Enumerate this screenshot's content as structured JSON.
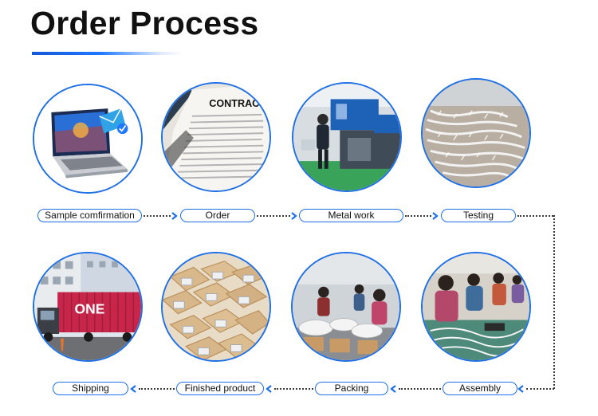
{
  "header": {
    "title": "Order Process"
  },
  "steps": [
    {
      "label": "Sample comfirmation",
      "image": "laptop-email-icon"
    },
    {
      "label": "Order",
      "image": "contract-document"
    },
    {
      "label": "Metal work",
      "image": "injection-machine-worker"
    },
    {
      "label": "Testing",
      "image": "cable-bundles"
    },
    {
      "label": "Assembly",
      "image": "assembly-line-workers"
    },
    {
      "label": "Packing",
      "image": "packing-workers"
    },
    {
      "label": "Finished product",
      "image": "cardboard-boxes"
    },
    {
      "label": "Shipping",
      "image": "container-truck"
    }
  ],
  "contract_text": "CONTRACT",
  "container_text": "ONE",
  "colors": {
    "accent": "#1f6fe6",
    "connector": "#3a3a3a"
  }
}
